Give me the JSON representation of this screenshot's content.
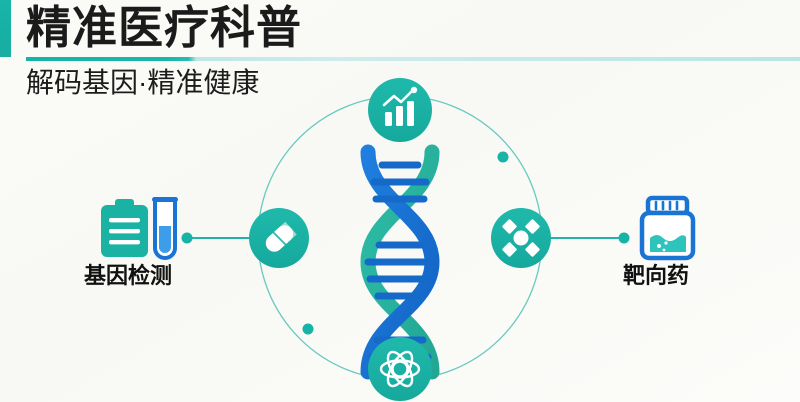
{
  "header": {
    "title": "精准医疗科普",
    "subtitle": "解码基因·精准健康",
    "accent_color": "#18b3a6",
    "title_color": "#1b1b1b"
  },
  "graphic": {
    "center_icon": "dna-helix-icon",
    "dna_colors": {
      "strand_blue": "#1a74d4",
      "strand_teal": "#27ae9a",
      "rung_blue": "#1569c9"
    },
    "orbit_ring": {
      "color": "#3dbdb0",
      "dots": [
        {
          "name": "orbit-dot-upper-right"
        },
        {
          "name": "orbit-dot-lower-left"
        }
      ]
    },
    "nodes": [
      {
        "name": "node-analytics",
        "icon": "bar-chart-trend-icon",
        "position": "top",
        "color": "#19b2a3"
      },
      {
        "name": "node-medicine",
        "icon": "pill-capsule-icon",
        "position": "left",
        "color": "#19b2a3"
      },
      {
        "name": "node-molecule",
        "icon": "molecule-cluster-icon",
        "position": "right",
        "color": "#19b2a3"
      },
      {
        "name": "node-atom",
        "icon": "atom-orbital-icon",
        "position": "bottom",
        "color": "#19b2a3"
      }
    ]
  },
  "items": [
    {
      "label": "基因检测",
      "icon": "clipboard-test-tube-icon",
      "side": "left",
      "colors": {
        "clipboard": "#19b2a3",
        "tube": "#1a74d4",
        "liquid": "#3e9de8"
      }
    },
    {
      "label": "靶向药",
      "icon": "medicine-bottle-icon",
      "side": "right",
      "colors": {
        "bottle": "#1a74d4",
        "liquid": "#2ec4bb"
      }
    }
  ],
  "connectors": {
    "color": "#23b3a6",
    "left_dot": "left-connector-dot",
    "right_dot": "right-connector-dot"
  }
}
